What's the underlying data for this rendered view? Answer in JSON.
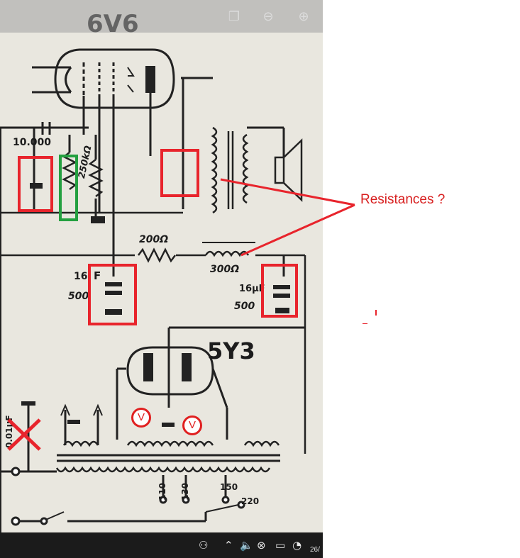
{
  "viewer": {
    "toolbar_icons": [
      "copy-icon",
      "zoom-out-icon",
      "zoom-in-icon"
    ]
  },
  "schematic": {
    "tube_6v6": "6V6",
    "tube_5y3": "5Y3",
    "cap_10000": "10.000",
    "res_250k": "250kΩ",
    "res_200": "200Ω",
    "choke_300": "300Ω",
    "cap_16_left": "16",
    "cap_f": "F",
    "cap_500_left": "500",
    "cap_16uf_right": "16μF",
    "cap_500_right": "500",
    "cap_001": "0.01μF",
    "mains_110": "110",
    "mains_130": "130",
    "mains_150": "150",
    "mains_220": "220"
  },
  "annotation": {
    "text": "Resistances ?",
    "marker_letter": "V",
    "colors": {
      "red": "#e8242c",
      "green": "#24a040"
    }
  },
  "taskbar": {
    "icons": [
      "people-icon",
      "chevron-up-icon",
      "speaker-icon",
      "network-blocked-icon",
      "battery-icon",
      "wifi-icon"
    ],
    "clock_date": "26/"
  }
}
